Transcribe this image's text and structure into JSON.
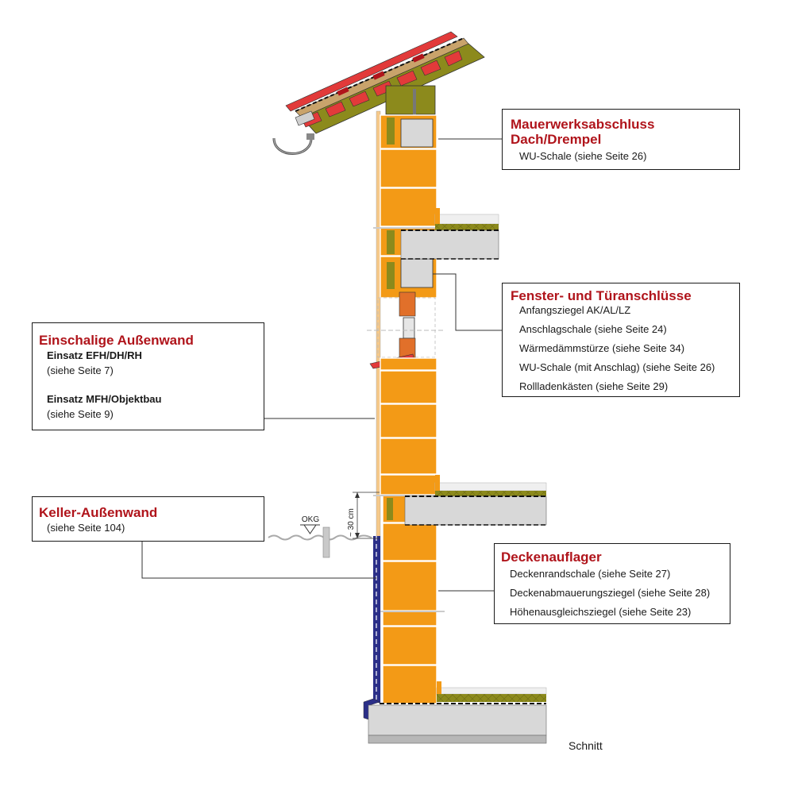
{
  "colors": {
    "brick": "#f39a16",
    "accent": "#b0141b",
    "concrete": "#d8d8d8",
    "insulation": "#8c8a1c",
    "waterproofing": "#2b2f88",
    "roof_tile": "#e23a3a"
  },
  "callouts": {
    "mauerwerk": {
      "title_1": "Mauerwerksabschluss",
      "title_2": "Dach/Drempel",
      "items": [
        "WU-Schale (siehe Seite 26)"
      ]
    },
    "fenster": {
      "title": "Fenster- und Türanschlüsse",
      "items": [
        "Anfangsziegel AK/AL/LZ",
        "Anschlagschale (siehe Seite 24)",
        "Wärmedämmstürze (siehe Seite 34)",
        "WU-Schale (mit Anschlag) (siehe Seite 26)",
        "Rollladenkästen (siehe Seite 29)"
      ]
    },
    "einschalig": {
      "title": "Einschalige Außenwand",
      "group1_head": "Einsatz EFH/DH/RH",
      "group1_text": "(siehe Seite 7)",
      "group2_head": "Einsatz MFH/Objektbau",
      "group2_text": "(siehe Seite 9)"
    },
    "keller": {
      "title": "Keller-Außenwand",
      "items": [
        "(siehe Seite 104)"
      ]
    },
    "decken": {
      "title": "Deckenauflager",
      "items": [
        "Deckenrandschale (siehe Seite 27)",
        "Deckenabmauerungsziegel (siehe Seite 28)",
        "Höhenausgleichsziegel (siehe Seite 23)"
      ]
    }
  },
  "labels": {
    "okg": "OKG",
    "dimension": "~ 30 cm",
    "caption": "Schnitt"
  }
}
